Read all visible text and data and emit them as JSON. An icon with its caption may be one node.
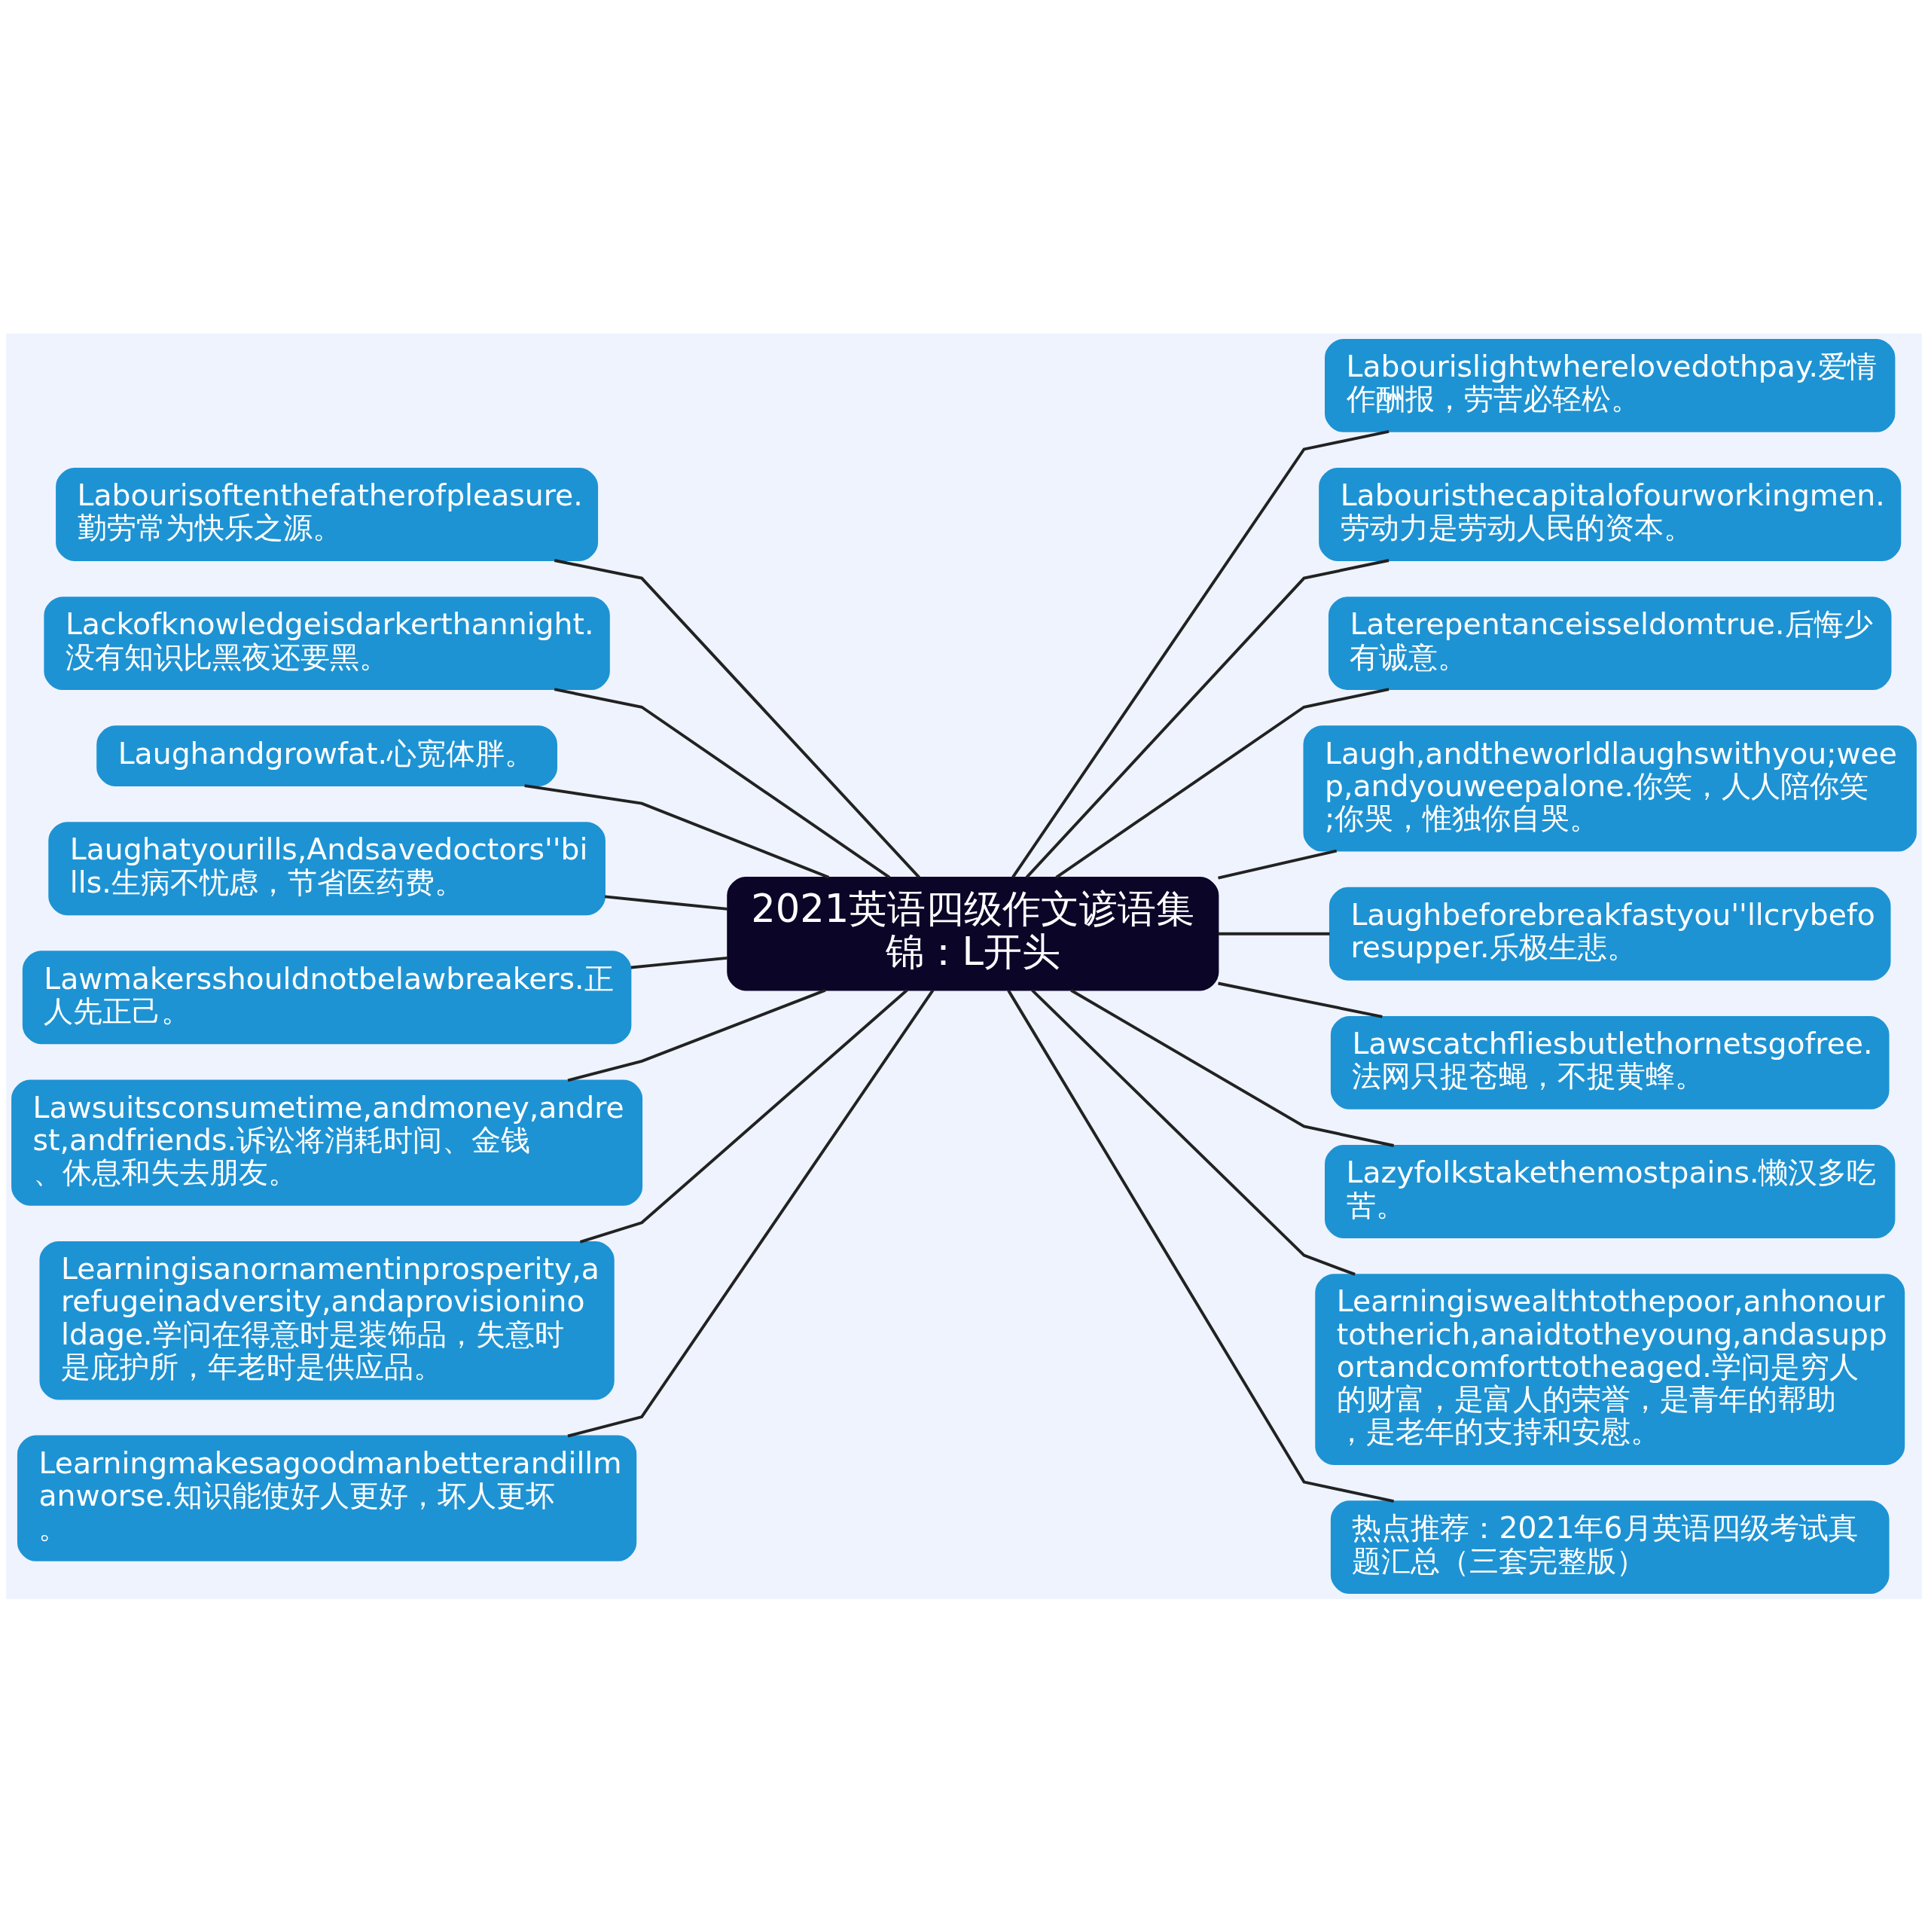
{
  "diagram": {
    "nodes": [
      {
        "text": [
          "2021英语四级作文谚语集锦：L开头"
        ]
      },
      {
        "text": [
          "Labourisoftenthefatherofpleasure.勤劳常为快乐之源。"
        ]
      },
      {
        "text": [
          "Lackofknowledgeisdarkerthannight.没有知识比黑夜还要黑。"
        ]
      },
      {
        "text": [
          "Laughandgrowfat.心宽体胖。"
        ]
      },
      {
        "text": [
          "Laughatyourills,Andsavedoctors''bills.生病不忧虑，节省医药费。"
        ]
      },
      {
        "text": [
          "Lawmakersshouldnotbelawbreakers.正人先正己。"
        ]
      },
      {
        "text": [
          "Lawsuitsconsumetime,andmoney,andrest,andfriends.诉讼将消耗时间、金钱、休息和失去朋友。"
        ]
      },
      {
        "text": [
          "Learningisanornamentinprosperity,arefugeinadversity,andaprovisioninoldage.学问在得意时是装饰品，失意时是庇护所，年老时是供应品。"
        ]
      },
      {
        "text": [
          "Learningmakesagoodmanbetterandillmanworse.知识能使好人更好，坏人更坏。"
        ]
      },
      {
        "text": [
          "Labourislightwherelovedothpay.爱情作酬报，劳苦必轻松。"
        ]
      },
      {
        "text": [
          "Labouristhecapitalofourworkingmen.劳动力是劳动人民的资本。"
        ]
      },
      {
        "text": [
          "Laterepentanceisseldomtrue.后悔少有诚意。"
        ]
      },
      {
        "text": [
          "Laugh,andtheworldlaughswithyou;weep,andyouweepalone.你笑，人人陪你笑;你哭，惟独你自哭。"
        ]
      },
      {
        "text": [
          "Laughbeforebreakfastyou''llcrybeforesupper.乐极生悲。"
        ]
      },
      {
        "text": [
          "Lawscatchfliesbutlethornetsgofree.法网只捉苍蝇，不捉黄蜂。"
        ]
      },
      {
        "text": [
          "Lazyfolkstakethemostpains.懒汉多吃苦。"
        ]
      },
      {
        "text": [
          "Learningiswealthtothepoor,anhonourtotherich,anaidtotheyoung,andasupportandcomforttotheaged.学问是穷人的财富，是富人的荣誉，是青年的帮助，是老年的支持和安慰。"
        ]
      },
      {
        "text": [
          "热点推荐：2021年6月英语四级考试真题汇总（三套完整版）"
        ]
      }
    ],
    "edges": [
      {
        "from": 0,
        "to": 1,
        "arrow": "none"
      },
      {
        "from": 0,
        "to": 2,
        "arrow": "none"
      },
      {
        "from": 0,
        "to": 3,
        "arrow": "none"
      },
      {
        "from": 0,
        "to": 4,
        "arrow": "none"
      },
      {
        "from": 0,
        "to": 5,
        "arrow": "none"
      },
      {
        "from": 0,
        "to": 6,
        "arrow": "none"
      },
      {
        "from": 0,
        "to": 7,
        "arrow": "none"
      },
      {
        "from": 0,
        "to": 8,
        "arrow": "none"
      },
      {
        "from": 0,
        "to": 9,
        "arrow": "none"
      },
      {
        "from": 0,
        "to": 10,
        "arrow": "none"
      },
      {
        "from": 0,
        "to": 11,
        "arrow": "none"
      },
      {
        "from": 0,
        "to": 12,
        "arrow": "none"
      },
      {
        "from": 0,
        "to": 13,
        "arrow": "none"
      },
      {
        "from": 0,
        "to": 14,
        "arrow": "none"
      },
      {
        "from": 0,
        "to": 15,
        "arrow": "none"
      },
      {
        "from": 0,
        "to": 16,
        "arrow": "none"
      },
      {
        "from": 0,
        "to": 17,
        "arrow": "none"
      }
    ]
  }
}
